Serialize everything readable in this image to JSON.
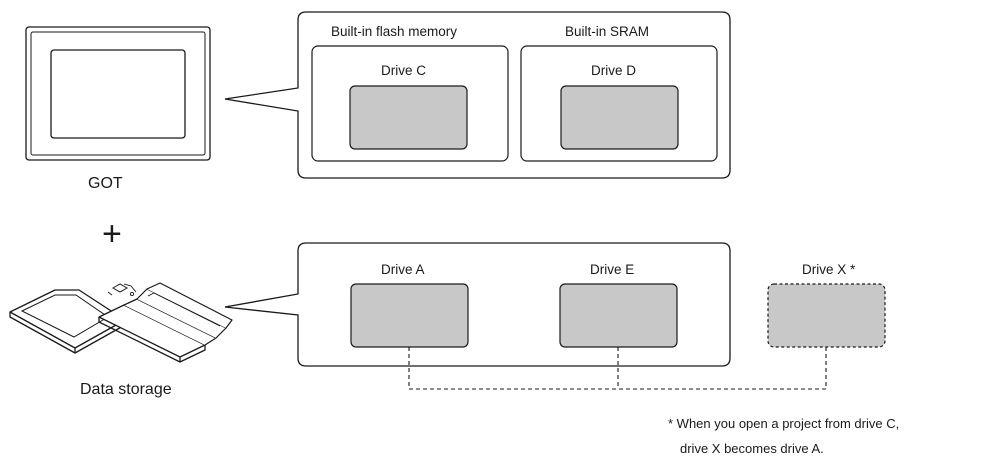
{
  "got": {
    "label": "GOT",
    "memory": {
      "flash_title": "Built-in flash memory",
      "sram_title": "Built-in SRAM",
      "drive_c": "Drive C",
      "drive_d": "Drive D"
    }
  },
  "plus_sign": "+",
  "storage": {
    "label": "Data storage",
    "drive_a": "Drive A",
    "drive_e": "Drive E",
    "drive_x": "Drive X *"
  },
  "footnote": {
    "line1": "* When you open a project from drive C,",
    "line2": "drive X becomes drive A."
  },
  "colors": {
    "stroke": "#1a1a1a",
    "drive_fill": "#c8c8c8",
    "screen_fill": "#ffffff"
  },
  "icons": [
    "got-screen-icon",
    "sd-card-icon",
    "usb-drive-icon"
  ]
}
